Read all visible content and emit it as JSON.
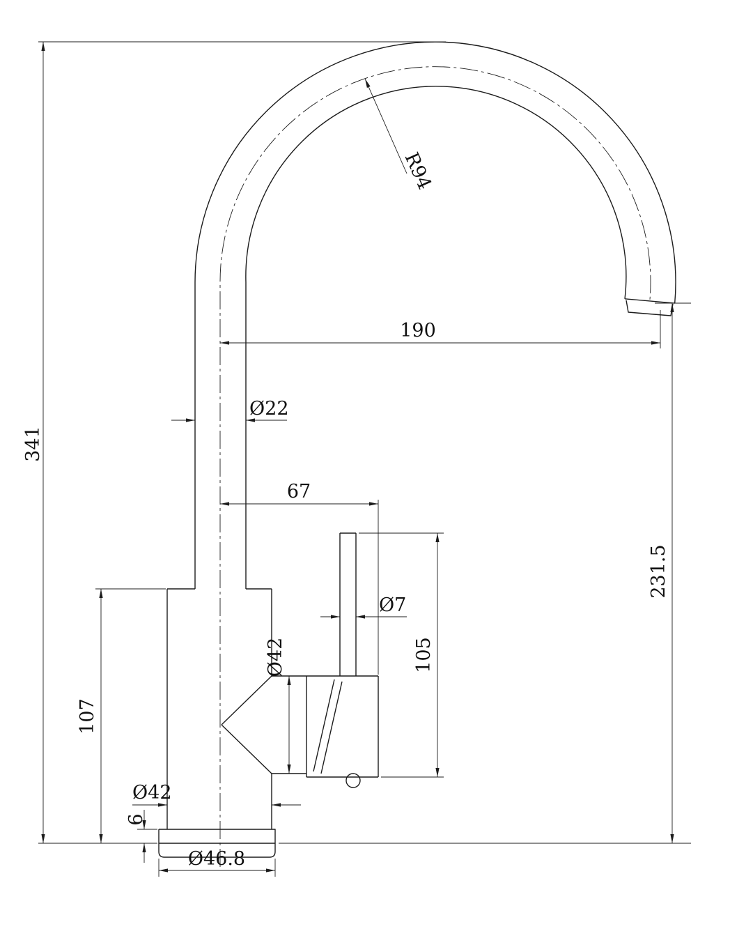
{
  "drawing": {
    "title": "faucet-technical-drawing",
    "colors": {
      "line": "#1c1c1c",
      "background": "#ffffff"
    },
    "dims": {
      "overall_height": "341",
      "outlet_height": "231.5",
      "spout_reach": "190",
      "arc_radius": "R94",
      "pipe_diameter": "Ø22",
      "handle_offset": "67",
      "rod_diameter": "Ø7",
      "cone_diameter": "Ø42",
      "handle_height": "105",
      "body_height": "107",
      "lower_body_diameter": "Ø42",
      "base_plate_height": "6",
      "base_diameter": "Ø46.8"
    }
  }
}
